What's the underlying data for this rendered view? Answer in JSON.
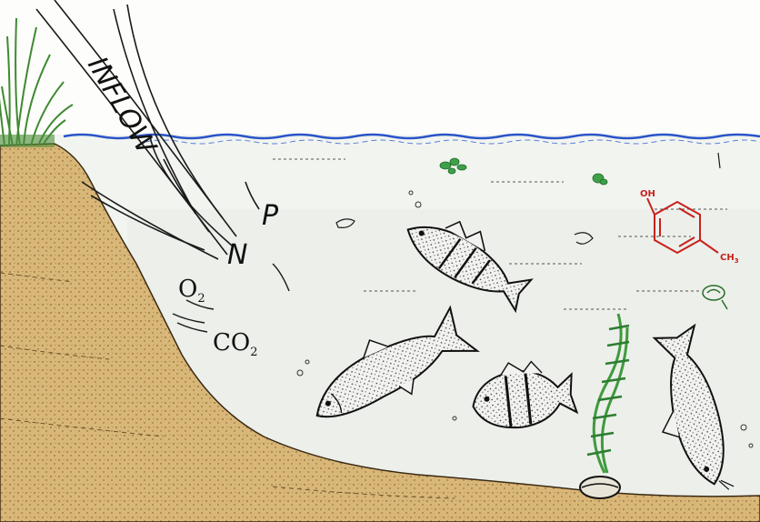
{
  "labels": {
    "inflow": "INFLOW",
    "p": "P",
    "n": "N",
    "o2": "O",
    "o2_sub": "2",
    "co2": "CO",
    "co2_sub": "2"
  },
  "molecule": {
    "oh": "OH",
    "ch3": "CH",
    "ch3_sub": "3"
  },
  "colors": {
    "soil": "#d9b778",
    "soil_dark": "#b8945a",
    "water": "#f1f3ef",
    "water_line": "#2a55c8",
    "grass": "#3f8a32",
    "weed": "#3f9a3c",
    "molecule": "#c8221d",
    "fish_fill": "#ececec",
    "ink": "#1a1a1a"
  }
}
